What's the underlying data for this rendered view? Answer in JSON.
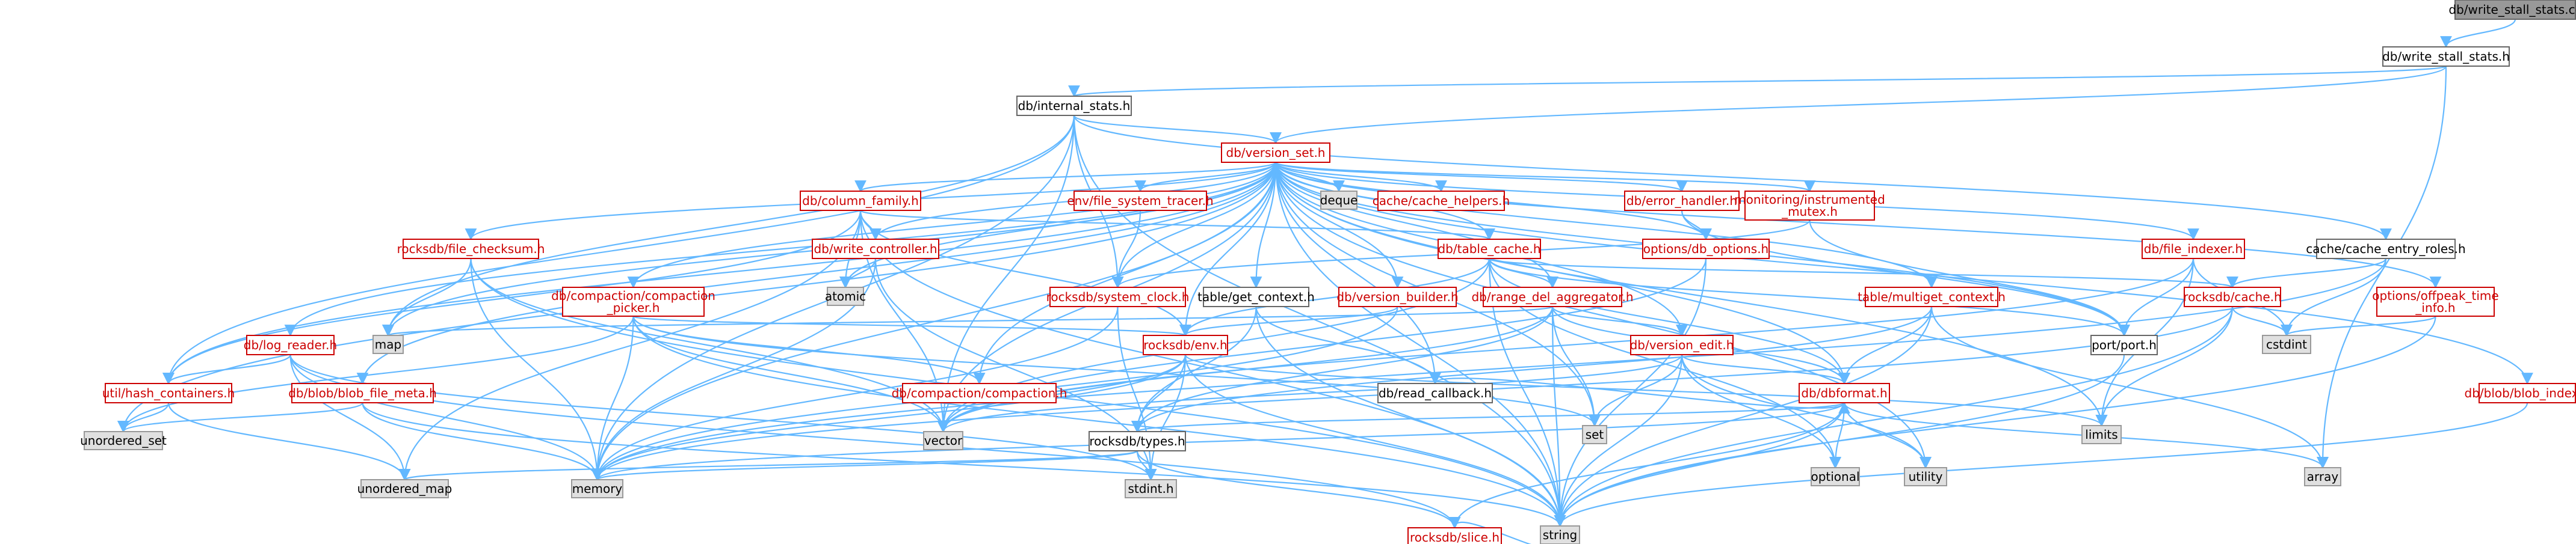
{
  "colors": {
    "edge": "#63b8ff",
    "red_border": "#cc0000",
    "red_text": "#cc0000",
    "gray_border": "#666666",
    "text_dark": "#000000",
    "root_fill": "#999999",
    "external_fill": "#e0e0e0",
    "node_fill": "#ffffff"
  },
  "nodes": [
    {
      "id": "root",
      "label": "db/write_stall_stats.cc",
      "kind": "root"
    },
    {
      "id": "ws_h",
      "label": "db/write_stall_stats.h",
      "kind": "local"
    },
    {
      "id": "internal_stats",
      "label": "db/internal_stats.h",
      "kind": "local"
    },
    {
      "id": "version_set",
      "label": "db/version_set.h",
      "kind": "red"
    },
    {
      "id": "deque",
      "label": "deque",
      "kind": "external"
    },
    {
      "id": "cache_helpers",
      "label": "cache/cache_helpers.h",
      "kind": "red"
    },
    {
      "id": "column_family",
      "label": "db/column_family.h",
      "kind": "red"
    },
    {
      "id": "file_system_tracer",
      "label": "env/file_system_tracer.h",
      "kind": "red"
    },
    {
      "id": "table_cache",
      "label": "db/table_cache.h",
      "kind": "red"
    },
    {
      "id": "error_handler",
      "label": "db/error_handler.h",
      "kind": "red"
    },
    {
      "id": "monitoring",
      "label": "monitoring/instrumented\n_mutex.h",
      "kind": "red"
    },
    {
      "id": "db_options",
      "label": "options/db_options.h",
      "kind": "red"
    },
    {
      "id": "file_indexer",
      "label": "db/file_indexer.h",
      "kind": "red"
    },
    {
      "id": "cache_roles",
      "label": "cache/cache_entry_roles.h",
      "kind": "local"
    },
    {
      "id": "offpeak",
      "label": "options/offpeak_time\n_info.h",
      "kind": "red"
    },
    {
      "id": "write_controller",
      "label": "db/write_controller.h",
      "kind": "red"
    },
    {
      "id": "atomic",
      "label": "atomic",
      "kind": "external"
    },
    {
      "id": "file_checksum",
      "label": "rocksdb/file_checksum.h",
      "kind": "red"
    },
    {
      "id": "compaction_picker",
      "label": "db/compaction/compaction\n_picker.h",
      "kind": "red"
    },
    {
      "id": "system_clock",
      "label": "rocksdb/system_clock.h",
      "kind": "red"
    },
    {
      "id": "get_context",
      "label": "table/get_context.h",
      "kind": "local"
    },
    {
      "id": "version_builder",
      "label": "db/version_builder.h",
      "kind": "red"
    },
    {
      "id": "range_del",
      "label": "db/range_del_aggregator.h",
      "kind": "red"
    },
    {
      "id": "multiget",
      "label": "table/multiget_context.h",
      "kind": "red"
    },
    {
      "id": "rocksdb_cache",
      "label": "rocksdb/cache.h",
      "kind": "red"
    },
    {
      "id": "port",
      "label": "port/port.h",
      "kind": "local"
    },
    {
      "id": "cstdint",
      "label": "cstdint",
      "kind": "external"
    },
    {
      "id": "log_reader",
      "label": "db/log_reader.h",
      "kind": "red"
    },
    {
      "id": "map",
      "label": "map",
      "kind": "external"
    },
    {
      "id": "compaction",
      "label": "db/compaction/compaction.h",
      "kind": "red"
    },
    {
      "id": "env",
      "label": "rocksdb/env.h",
      "kind": "red"
    },
    {
      "id": "read_callback",
      "label": "db/read_callback.h",
      "kind": "local"
    },
    {
      "id": "version_edit",
      "label": "db/version_edit.h",
      "kind": "red"
    },
    {
      "id": "hash_containers",
      "label": "util/hash_containers.h",
      "kind": "red"
    },
    {
      "id": "blob_file_meta",
      "label": "db/blob/blob_file_meta.h",
      "kind": "red"
    },
    {
      "id": "vector",
      "label": "vector",
      "kind": "external"
    },
    {
      "id": "set",
      "label": "set",
      "kind": "external"
    },
    {
      "id": "limits",
      "label": "limits",
      "kind": "external"
    },
    {
      "id": "dbformat",
      "label": "db/dbformat.h",
      "kind": "red"
    },
    {
      "id": "unordered_set",
      "label": "unordered_set",
      "kind": "external"
    },
    {
      "id": "types",
      "label": "rocksdb/types.h",
      "kind": "local"
    },
    {
      "id": "optional",
      "label": "optional",
      "kind": "external"
    },
    {
      "id": "utility",
      "label": "utility",
      "kind": "external"
    },
    {
      "id": "array",
      "label": "array",
      "kind": "external"
    },
    {
      "id": "unordered_map",
      "label": "unordered_map",
      "kind": "external"
    },
    {
      "id": "memory",
      "label": "memory",
      "kind": "external"
    },
    {
      "id": "stdint",
      "label": "stdint.h",
      "kind": "external"
    },
    {
      "id": "slice",
      "label": "rocksdb/slice.h",
      "kind": "red"
    },
    {
      "id": "blob_index",
      "label": "db/blob/blob_index.h",
      "kind": "red"
    },
    {
      "id": "string",
      "label": "string",
      "kind": "external"
    }
  ],
  "edges": [
    [
      "root",
      "ws_h"
    ],
    [
      "ws_h",
      "internal_stats"
    ],
    [
      "ws_h",
      "version_set"
    ],
    [
      "ws_h",
      "array"
    ],
    [
      "internal_stats",
      "version_set"
    ],
    [
      "internal_stats",
      "map"
    ],
    [
      "internal_stats",
      "memory"
    ],
    [
      "internal_stats",
      "string"
    ],
    [
      "internal_stats",
      "vector"
    ],
    [
      "internal_stats",
      "cache_roles"
    ],
    [
      "internal_stats",
      "hash_containers"
    ],
    [
      "internal_stats",
      "system_clock"
    ],
    [
      "version_set",
      "deque"
    ],
    [
      "version_set",
      "cache_helpers"
    ],
    [
      "version_set",
      "column_family"
    ],
    [
      "version_set",
      "file_system_tracer"
    ],
    [
      "version_set",
      "table_cache"
    ],
    [
      "version_set",
      "error_handler"
    ],
    [
      "version_set",
      "monitoring"
    ],
    [
      "version_set",
      "db_options"
    ],
    [
      "version_set",
      "file_indexer"
    ],
    [
      "version_set",
      "offpeak"
    ],
    [
      "version_set",
      "blob_index"
    ],
    [
      "version_set",
      "write_controller"
    ],
    [
      "version_set",
      "atomic"
    ],
    [
      "version_set",
      "file_checksum"
    ],
    [
      "version_set",
      "compaction_picker"
    ],
    [
      "version_set",
      "get_context"
    ],
    [
      "version_set",
      "version_builder"
    ],
    [
      "version_set",
      "range_del"
    ],
    [
      "version_set",
      "multiget"
    ],
    [
      "version_set",
      "log_reader"
    ],
    [
      "version_set",
      "blob_file_meta"
    ],
    [
      "version_set",
      "hash_containers"
    ],
    [
      "version_set",
      "compaction"
    ],
    [
      "version_set",
      "env"
    ],
    [
      "version_set",
      "version_edit"
    ],
    [
      "version_set",
      "dbformat"
    ],
    [
      "version_set",
      "port"
    ],
    [
      "version_set",
      "set"
    ],
    [
      "version_set",
      "limits"
    ],
    [
      "version_set",
      "utility"
    ],
    [
      "version_set",
      "vector"
    ],
    [
      "version_set",
      "map"
    ],
    [
      "version_set",
      "memory"
    ],
    [
      "version_set",
      "string"
    ],
    [
      "version_set",
      "unordered_set"
    ],
    [
      "version_set",
      "system_clock"
    ],
    [
      "version_set",
      "read_callback"
    ],
    [
      "column_family",
      "write_controller"
    ],
    [
      "column_family",
      "table_cache"
    ],
    [
      "column_family",
      "atomic"
    ],
    [
      "column_family",
      "string"
    ],
    [
      "column_family",
      "vector"
    ],
    [
      "column_family",
      "unordered_map"
    ],
    [
      "column_family",
      "env"
    ],
    [
      "column_family",
      "hash_containers"
    ],
    [
      "file_system_tracer",
      "system_clock"
    ],
    [
      "table_cache",
      "range_del"
    ],
    [
      "table_cache",
      "dbformat"
    ],
    [
      "table_cache",
      "env"
    ],
    [
      "table_cache",
      "rocksdb_cache"
    ],
    [
      "table_cache",
      "port"
    ],
    [
      "table_cache",
      "optional"
    ],
    [
      "table_cache",
      "string"
    ],
    [
      "table_cache",
      "vector"
    ],
    [
      "error_handler",
      "db_options"
    ],
    [
      "error_handler",
      "port"
    ],
    [
      "monitoring",
      "port"
    ],
    [
      "monitoring",
      "system_clock"
    ],
    [
      "db_options",
      "string"
    ],
    [
      "db_options",
      "vector"
    ],
    [
      "file_indexer",
      "cstdint"
    ],
    [
      "file_indexer",
      "limits"
    ],
    [
      "file_indexer",
      "port"
    ],
    [
      "file_indexer",
      "vector"
    ],
    [
      "cache_roles",
      "cstdint"
    ],
    [
      "cache_roles",
      "memory"
    ],
    [
      "cache_roles",
      "rocksdb_cache"
    ],
    [
      "offpeak",
      "cstdint"
    ],
    [
      "offpeak",
      "string"
    ],
    [
      "write_controller",
      "atomic"
    ],
    [
      "write_controller",
      "memory"
    ],
    [
      "write_controller",
      "stdint"
    ],
    [
      "file_checksum",
      "map"
    ],
    [
      "file_checksum",
      "memory"
    ],
    [
      "file_checksum",
      "string"
    ],
    [
      "file_checksum",
      "vector"
    ],
    [
      "compaction_picker",
      "compaction"
    ],
    [
      "compaction_picker",
      "env"
    ],
    [
      "compaction_picker",
      "memory"
    ],
    [
      "compaction_picker",
      "set"
    ],
    [
      "compaction_picker",
      "string"
    ],
    [
      "compaction_picker",
      "vector"
    ],
    [
      "compaction_picker",
      "unordered_set"
    ],
    [
      "system_clock",
      "memory"
    ],
    [
      "system_clock",
      "stdint"
    ],
    [
      "get_context",
      "read_callback"
    ],
    [
      "get_context",
      "types"
    ],
    [
      "get_context",
      "string"
    ],
    [
      "version_builder",
      "env"
    ],
    [
      "version_builder",
      "memory"
    ],
    [
      "range_del",
      "map"
    ],
    [
      "range_del",
      "set"
    ],
    [
      "range_del",
      "string"
    ],
    [
      "range_del",
      "vector"
    ],
    [
      "range_del",
      "dbformat"
    ],
    [
      "range_del",
      "types"
    ],
    [
      "range_del",
      "version_edit"
    ],
    [
      "multiget",
      "array"
    ],
    [
      "multiget",
      "dbformat"
    ],
    [
      "multiget",
      "string"
    ],
    [
      "multiget",
      "types"
    ],
    [
      "rocksdb_cache",
      "cstdint"
    ],
    [
      "rocksdb_cache",
      "limits"
    ],
    [
      "rocksdb_cache",
      "memory"
    ],
    [
      "rocksdb_cache",
      "string"
    ],
    [
      "port",
      "string"
    ],
    [
      "log_reader",
      "memory"
    ],
    [
      "log_reader",
      "stdint"
    ],
    [
      "log_reader",
      "hash_containers"
    ],
    [
      "log_reader",
      "slice"
    ],
    [
      "log_reader",
      "unordered_map"
    ],
    [
      "env",
      "memory"
    ],
    [
      "env",
      "string"
    ],
    [
      "env",
      "vector"
    ],
    [
      "env",
      "stdint"
    ],
    [
      "env",
      "types"
    ],
    [
      "env",
      "limits"
    ],
    [
      "read_callback",
      "dbformat"
    ],
    [
      "version_edit",
      "dbformat"
    ],
    [
      "version_edit",
      "optional"
    ],
    [
      "version_edit",
      "set"
    ],
    [
      "version_edit",
      "string"
    ],
    [
      "version_edit",
      "utility"
    ],
    [
      "version_edit",
      "vector"
    ],
    [
      "hash_containers",
      "unordered_map"
    ],
    [
      "hash_containers",
      "unordered_set"
    ],
    [
      "blob_file_meta",
      "memory"
    ],
    [
      "blob_file_meta",
      "string"
    ],
    [
      "blob_file_meta",
      "unordered_set"
    ],
    [
      "dbformat",
      "types"
    ],
    [
      "dbformat",
      "slice"
    ],
    [
      "dbformat",
      "array"
    ],
    [
      "dbformat",
      "memory"
    ],
    [
      "dbformat",
      "optional"
    ],
    [
      "dbformat",
      "string"
    ],
    [
      "dbformat",
      "utility"
    ],
    [
      "types",
      "memory"
    ],
    [
      "types",
      "stdint"
    ],
    [
      "types",
      "slice"
    ],
    [
      "types",
      "unordered_map"
    ],
    [
      "slice",
      "string"
    ],
    [
      "blob_index",
      "string"
    ]
  ]
}
